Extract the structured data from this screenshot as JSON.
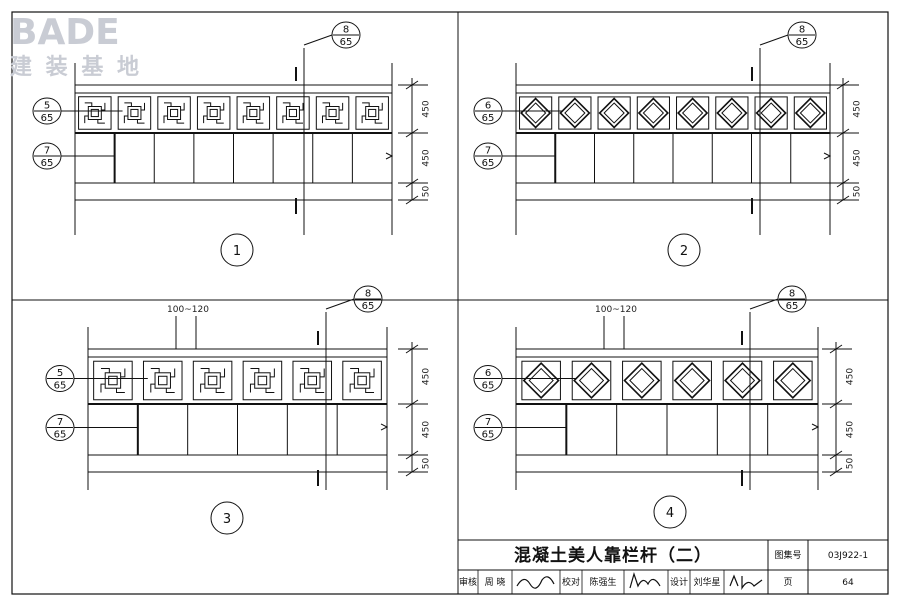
{
  "watermark": {
    "latin": "BADE",
    "cn": "建 装 基 地"
  },
  "panels": [
    {
      "number": "1",
      "fill_ref": [
        "5",
        "65"
      ],
      "rail_ref": [
        "7",
        "65"
      ],
      "top_ref": [
        "8",
        "65"
      ],
      "spacing_label": "",
      "dims": [
        "450",
        "450",
        "50"
      ],
      "pattern": "fret"
    },
    {
      "number": "2",
      "fill_ref": [
        "6",
        "65"
      ],
      "rail_ref": [
        "7",
        "65"
      ],
      "top_ref": [
        "8",
        "65"
      ],
      "spacing_label": "",
      "dims": [
        "450",
        "450",
        "50"
      ],
      "pattern": "diamond"
    },
    {
      "number": "3",
      "fill_ref": [
        "5",
        "65"
      ],
      "rail_ref": [
        "7",
        "65"
      ],
      "top_ref": [
        "8",
        "65"
      ],
      "spacing_label": "100~120",
      "dims": [
        "450",
        "450",
        "50"
      ],
      "pattern": "fret"
    },
    {
      "number": "4",
      "fill_ref": [
        "6",
        "65"
      ],
      "rail_ref": [
        "7",
        "65"
      ],
      "top_ref": [
        "8",
        "65"
      ],
      "spacing_label": "100~120",
      "dims": [
        "450",
        "450",
        "50"
      ],
      "pattern": "diamond"
    }
  ],
  "title_block": {
    "title": "混凝土美人靠栏杆（二）",
    "atlas_label": "图集号",
    "atlas_no": "03J922-1",
    "review_label": "审核",
    "review_name": "周 晓",
    "check_label": "校对",
    "check_name": "陈强生",
    "design_label": "设计",
    "design_name": "刘华星",
    "page_label": "页",
    "page_no": "64"
  }
}
